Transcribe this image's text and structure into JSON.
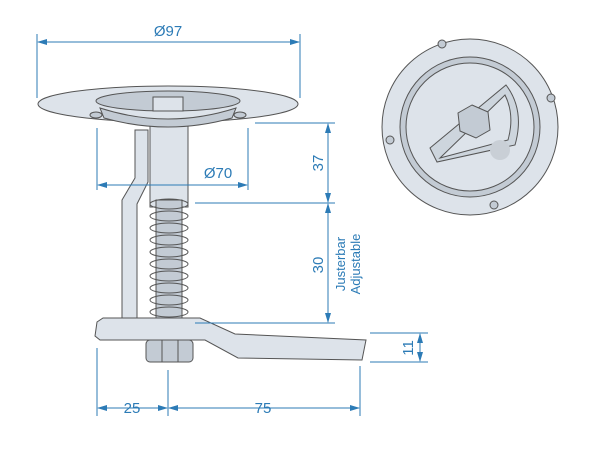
{
  "drawing": {
    "dimensions": {
      "flange_diameter": "Ø97",
      "recess_diameter": "Ø70",
      "height_upper": "37",
      "height_adjustable": "30",
      "lever_thickness": "11",
      "offset_left": "25",
      "lever_length": "75"
    },
    "notes": {
      "adjustable_de": "Justerbar",
      "adjustable_en": "Adjustable"
    },
    "colors": {
      "dimension": "#2c7bb6",
      "part_fill": "#dde3ea",
      "outline": "#555555"
    }
  }
}
